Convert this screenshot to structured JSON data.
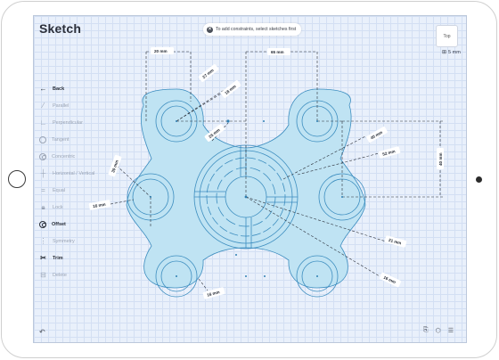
{
  "app": {
    "title": "Sketch"
  },
  "hint": {
    "icon": "info-icon",
    "text": "To add constraints, select sketches first"
  },
  "view_cube": {
    "label": "Top"
  },
  "grid": {
    "icon": "grid-icon",
    "label": "5 mm"
  },
  "tools": [
    {
      "label": "Back",
      "icon": "arrow-left-icon",
      "active": true
    },
    {
      "label": "Parallel",
      "icon": "parallel-icon",
      "active": false
    },
    {
      "label": "Perpendicular",
      "icon": "perpendicular-icon",
      "active": false
    },
    {
      "label": "Tangent",
      "icon": "tangent-icon",
      "active": false
    },
    {
      "label": "Concentric",
      "icon": "concentric-icon",
      "active": false
    },
    {
      "label": "Horizontal / Vertical",
      "icon": "horizontal-vertical-icon",
      "active": false
    },
    {
      "label": "Equal",
      "icon": "equal-icon",
      "active": false
    },
    {
      "label": "Lock",
      "icon": "lock-icon",
      "active": false
    },
    {
      "label": "Offset",
      "icon": "offset-icon",
      "active": true
    },
    {
      "label": "Symmetry",
      "icon": "symmetry-icon",
      "active": false
    },
    {
      "label": "Trim",
      "icon": "trim-icon",
      "active": true
    },
    {
      "label": "Delete",
      "icon": "delete-icon",
      "active": false
    }
  ],
  "dimensions": {
    "top_left_width": "20 mm",
    "top_span": "65 mm",
    "top_left_r1": "27 mm",
    "top_left_r2": "18 mm",
    "top_left_r3": "25 mm",
    "left_width": "30 mm",
    "left_small": "16 mm",
    "right_r1": "40 mm",
    "right_r2": "52 mm",
    "right_height": "40 mm",
    "center_r1": "21 mm",
    "center_r2": "16 mm",
    "bottom_left": "16 mm"
  },
  "bottom": {
    "undo_icon": "undo-icon",
    "right_icons": [
      "export-icon",
      "cube-icon",
      "settings-icon"
    ]
  },
  "colors": {
    "fill": "#bfe3f3",
    "stroke": "#3c8dbf",
    "background": "#e9f0fb"
  }
}
